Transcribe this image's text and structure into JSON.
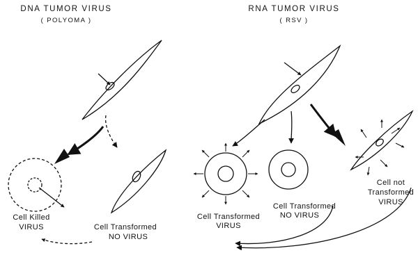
{
  "left_panel": {
    "title": "DNA TUMOR VIRUS",
    "subtitle": "( POLYOMA )",
    "outcome_killed": {
      "line1": "Cell Killed",
      "line2": "VIRUS"
    },
    "outcome_transformed": {
      "line1": "Cell Transformed",
      "line2": "NO VIRUS"
    }
  },
  "right_panel": {
    "title": "RNA TUMOR VIRUS",
    "subtitle": "( RSV )",
    "outcome_transformed_virus": {
      "line1": "Cell Transformed",
      "line2": "VIRUS"
    },
    "outcome_transformed_no_virus": {
      "line1": "Cell Transformed",
      "line2": "NO VIRUS"
    },
    "outcome_not_transformed": {
      "line1": "Cell not",
      "line2": "Transformed",
      "line3": "VIRUS"
    }
  },
  "colors": {
    "ink": "#111111",
    "background": "#ffffff"
  }
}
